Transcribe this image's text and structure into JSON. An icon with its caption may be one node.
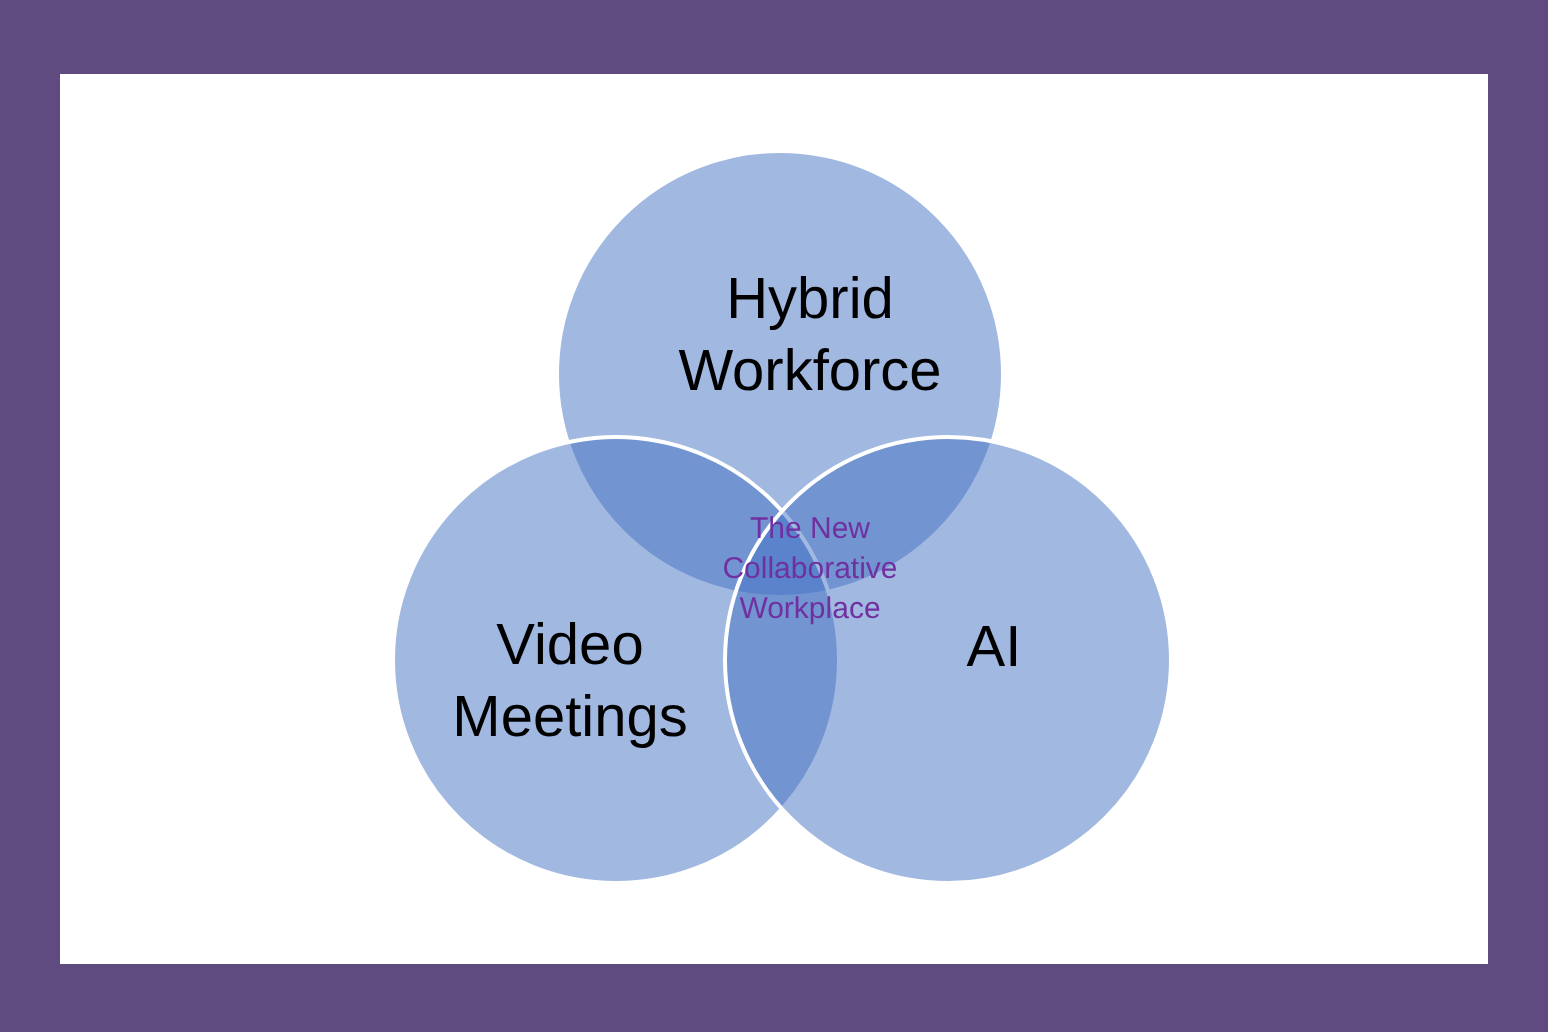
{
  "diagram": {
    "nodes": [
      {
        "text": [
          "Hybrid Workforce"
        ]
      },
      {
        "text": [
          "Video Meetings"
        ]
      },
      {
        "text": [
          "AI"
        ]
      }
    ],
    "labels": [
      "The New Collaborative Workplace"
    ]
  }
}
